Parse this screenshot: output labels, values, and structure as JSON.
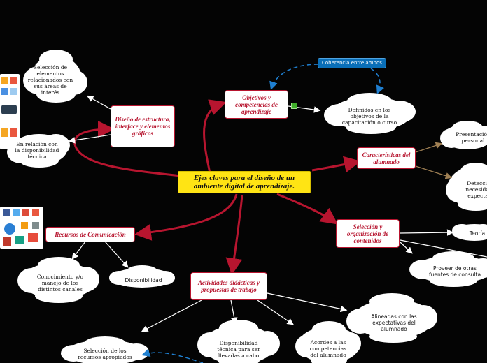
{
  "central": {
    "label": "Ejes claves para el diseño de un ambiente digital de aprendizaje."
  },
  "nodes": {
    "objetivos": "Objetivos y competencias de aprendizaje",
    "diseno": "Diseño de estructura, interface y elementos gráficos",
    "caracteristicas": "Características del alumnado",
    "seleccion": "Selección y organización de contenidos",
    "recursos": "Recursos de Comunicación",
    "actividades": "Actividades didácticas y propuestas de trabajo"
  },
  "tags": {
    "coherencia": "Coherencia entre ambos"
  },
  "clouds": {
    "definidos": "Definidos en los objetivos de la capacitación o curso",
    "seleccion_elementos": "Selección de elementos relacionados con sus áreas de interés",
    "relacion_disponibilidad": "En relación con la disponibilidad técnica",
    "presentacion": "Presentación personal",
    "deteccion": "Detección de necesidades y expectativas",
    "teoria": "Teoría",
    "proveer": "Proveer de otras fuentes de consulta",
    "conocimiento": "Conocimiento y/o manejo de los distintos canales",
    "disponibilidad": "Disponibilidad",
    "alineadas": "Alineadas con las expectativas del alumnado",
    "disponibilidad_tecnica": "Disponibilidad técnica para ser llevadas a cabo",
    "acordes": "Acordes a las competencias del alumnado",
    "seleccion_recursos": "Selección de los recursos apropiados"
  },
  "colors": {
    "branch": "#b7152f",
    "central_fill": "#ffe414",
    "tag_fill": "#0a6fb8",
    "dashed": "#1f7fd0",
    "child_link": "#ffffff",
    "brown_link": "#a08054"
  },
  "icons": [
    "app-icons-image",
    "social-media-icons-image",
    "note-icon"
  ]
}
